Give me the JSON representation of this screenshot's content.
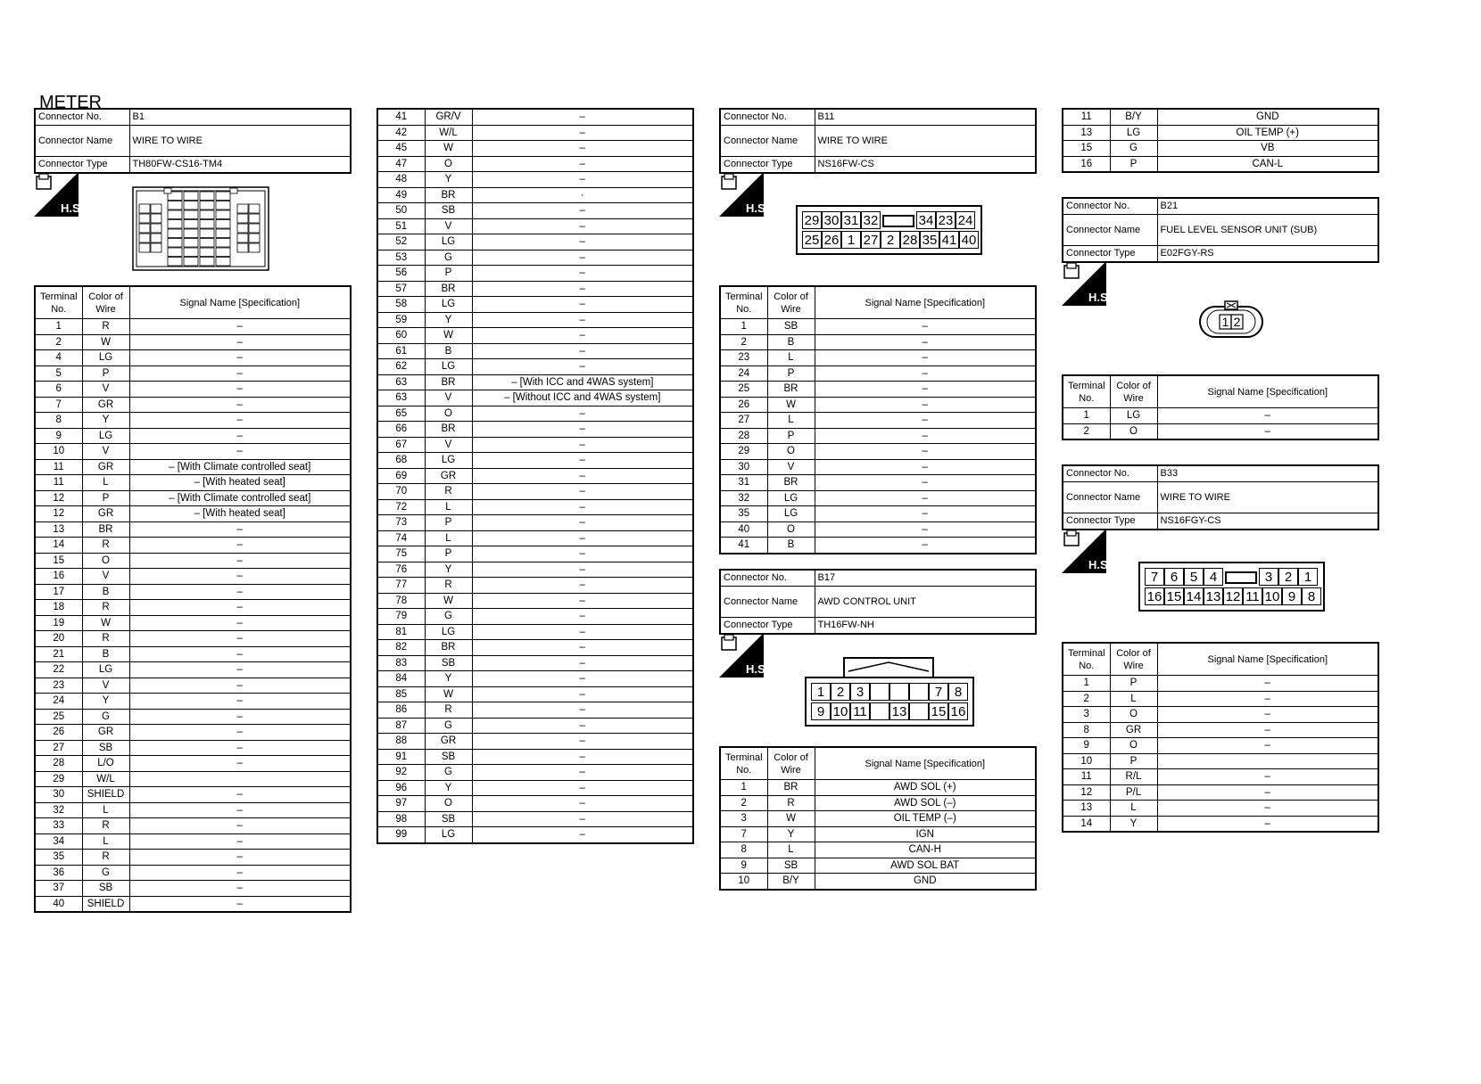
{
  "page_title": "METER",
  "info_labels": {
    "no": "Connector No.",
    "name": "Connector Name",
    "type": "Connector Type"
  },
  "table_headers": {
    "terminal": "Terminal No.",
    "color": "Color of Wire",
    "signal": "Signal Name [Specification]"
  },
  "hs_label": "H.S.",
  "connectors": {
    "b1": {
      "no": "B1",
      "name": "WIRE TO WIRE",
      "type": "TH80FW-CS16-TM4",
      "pins_col1": [
        [
          "1",
          "R",
          "–"
        ],
        [
          "2",
          "W",
          "–"
        ],
        [
          "4",
          "LG",
          "–"
        ],
        [
          "5",
          "P",
          "–"
        ],
        [
          "6",
          "V",
          "–"
        ],
        [
          "7",
          "GR",
          "–"
        ],
        [
          "8",
          "Y",
          "–"
        ],
        [
          "9",
          "LG",
          "–"
        ],
        [
          "10",
          "V",
          "–"
        ],
        [
          "11",
          "GR",
          "– [With Climate controlled seat]"
        ],
        [
          "11",
          "L",
          "– [With heated seat]"
        ],
        [
          "12",
          "P",
          "– [With Climate controlled seat]"
        ],
        [
          "12",
          "GR",
          "– [With heated seat]"
        ],
        [
          "13",
          "BR",
          "–"
        ],
        [
          "14",
          "R",
          "–"
        ],
        [
          "15",
          "O",
          "–"
        ],
        [
          "16",
          "V",
          "–"
        ],
        [
          "17",
          "B",
          "–"
        ],
        [
          "18",
          "R",
          "–"
        ],
        [
          "19",
          "W",
          "–"
        ],
        [
          "20",
          "R",
          "–"
        ],
        [
          "21",
          "B",
          "–"
        ],
        [
          "22",
          "LG",
          "–"
        ],
        [
          "23",
          "V",
          "–"
        ],
        [
          "24",
          "Y",
          "–"
        ],
        [
          "25",
          "G",
          "–"
        ],
        [
          "26",
          "GR",
          "–"
        ],
        [
          "27",
          "SB",
          "–"
        ],
        [
          "28",
          "L/O",
          "–"
        ],
        [
          "29",
          "W/L",
          ""
        ],
        [
          "30",
          "SHIELD",
          "–"
        ],
        [
          "32",
          "L",
          "–"
        ],
        [
          "33",
          "R",
          "–"
        ],
        [
          "34",
          "L",
          "–"
        ],
        [
          "35",
          "R",
          "–"
        ],
        [
          "36",
          "G",
          "–"
        ],
        [
          "37",
          "SB",
          "–"
        ],
        [
          "40",
          "SHIELD",
          "–"
        ]
      ],
      "pins_col2": [
        [
          "41",
          "GR/V",
          "–"
        ],
        [
          "42",
          "W/L",
          "–"
        ],
        [
          "45",
          "W",
          "–"
        ],
        [
          "47",
          "O",
          "–"
        ],
        [
          "48",
          "Y",
          "–"
        ],
        [
          "49",
          "BR",
          "·"
        ],
        [
          "50",
          "SB",
          "–"
        ],
        [
          "51",
          "V",
          "–"
        ],
        [
          "52",
          "LG",
          "–"
        ],
        [
          "53",
          "G",
          "–"
        ],
        [
          "56",
          "P",
          "–"
        ],
        [
          "57",
          "BR",
          "–"
        ],
        [
          "58",
          "LG",
          "–"
        ],
        [
          "59",
          "Y",
          "–"
        ],
        [
          "60",
          "W",
          "–"
        ],
        [
          "61",
          "B",
          "–"
        ],
        [
          "62",
          "LG",
          "–"
        ],
        [
          "63",
          "BR",
          "– [With ICC and 4WAS system]"
        ],
        [
          "63",
          "V",
          "– [Without ICC and 4WAS system]"
        ],
        [
          "65",
          "O",
          "–"
        ],
        [
          "66",
          "BR",
          "–"
        ],
        [
          "67",
          "V",
          "–"
        ],
        [
          "68",
          "LG",
          "–"
        ],
        [
          "69",
          "GR",
          "–"
        ],
        [
          "70",
          "R",
          "–"
        ],
        [
          "72",
          "L",
          "–"
        ],
        [
          "73",
          "P",
          "–"
        ],
        [
          "74",
          "L",
          "–"
        ],
        [
          "75",
          "P",
          "–"
        ],
        [
          "76",
          "Y",
          "–"
        ],
        [
          "77",
          "R",
          "–"
        ],
        [
          "78",
          "W",
          "–"
        ],
        [
          "79",
          "G",
          "–"
        ],
        [
          "81",
          "LG",
          "–"
        ],
        [
          "82",
          "BR",
          "–"
        ],
        [
          "83",
          "SB",
          "–"
        ],
        [
          "84",
          "Y",
          "–"
        ],
        [
          "85",
          "W",
          "–"
        ],
        [
          "86",
          "R",
          "–"
        ],
        [
          "87",
          "G",
          "–"
        ],
        [
          "88",
          "GR",
          "–"
        ],
        [
          "91",
          "SB",
          "–"
        ],
        [
          "92",
          "G",
          "–"
        ],
        [
          "96",
          "Y",
          "–"
        ],
        [
          "97",
          "O",
          "–"
        ],
        [
          "98",
          "SB",
          "–"
        ],
        [
          "99",
          "LG",
          "–"
        ]
      ]
    },
    "b11": {
      "no": "B11",
      "name": "WIRE TO WIRE",
      "type": "NS16FW-CS",
      "face_top": [
        "29",
        "30",
        "31",
        "32",
        "",
        "34",
        "23",
        "24"
      ],
      "face_bottom": [
        "25",
        "26",
        "1",
        "27",
        "2",
        "28",
        "35",
        "41",
        "40"
      ],
      "pins": [
        [
          "1",
          "SB",
          "–"
        ],
        [
          "2",
          "B",
          "–"
        ],
        [
          "23",
          "L",
          "–"
        ],
        [
          "24",
          "P",
          "–"
        ],
        [
          "25",
          "BR",
          "–"
        ],
        [
          "26",
          "W",
          "–"
        ],
        [
          "27",
          "L",
          "–"
        ],
        [
          "28",
          "P",
          "–"
        ],
        [
          "29",
          "O",
          "–"
        ],
        [
          "30",
          "V",
          "–"
        ],
        [
          "31",
          "BR",
          "–"
        ],
        [
          "32",
          "LG",
          "–"
        ],
        [
          "35",
          "LG",
          "–"
        ],
        [
          "40",
          "O",
          "–"
        ],
        [
          "41",
          "B",
          "–"
        ]
      ]
    },
    "b17": {
      "no": "B17",
      "name": "AWD CONTROL UNIT",
      "type": "TH16FW-NH",
      "face_top": [
        "1",
        "2",
        "3",
        "",
        "",
        "",
        "7",
        "8"
      ],
      "face_bottom": [
        "9",
        "10",
        "11",
        "",
        "13",
        "",
        "15",
        "16"
      ],
      "pins": [
        [
          "1",
          "BR",
          "AWD SOL (+)"
        ],
        [
          "2",
          "R",
          "AWD SOL (–)"
        ],
        [
          "3",
          "W",
          "OIL TEMP (–)"
        ],
        [
          "7",
          "Y",
          "IGN"
        ],
        [
          "8",
          "L",
          "CAN-H"
        ],
        [
          "9",
          "SB",
          "AWD SOL BAT"
        ],
        [
          "10",
          "B/Y",
          "GND"
        ],
        [
          "11",
          "B/Y",
          "GND"
        ],
        [
          "13",
          "LG",
          "OIL TEMP (+)"
        ],
        [
          "15",
          "G",
          "VB"
        ],
        [
          "16",
          "P",
          "CAN-L"
        ]
      ]
    },
    "b21": {
      "no": "B21",
      "name": "FUEL LEVEL SENSOR UNIT (SUB)",
      "type": "E02FGY-RS",
      "face": [
        "1",
        "2"
      ],
      "pins": [
        [
          "1",
          "LG",
          "–"
        ],
        [
          "2",
          "O",
          "–"
        ]
      ]
    },
    "b33": {
      "no": "B33",
      "name": "WIRE TO WIRE",
      "type": "NS16FGY-CS",
      "face_top": [
        "7",
        "6",
        "5",
        "4",
        "",
        "3",
        "2",
        "1"
      ],
      "face_bottom": [
        "16",
        "15",
        "14",
        "13",
        "12",
        "11",
        "10",
        "9",
        "8"
      ],
      "pins": [
        [
          "1",
          "P",
          "–"
        ],
        [
          "2",
          "L",
          "–"
        ],
        [
          "3",
          "O",
          "–"
        ],
        [
          "8",
          "GR",
          "–"
        ],
        [
          "9",
          "O",
          "–"
        ],
        [
          "10",
          "P",
          ""
        ],
        [
          "11",
          "R/L",
          "–"
        ],
        [
          "12",
          "P/L",
          "–"
        ],
        [
          "13",
          "L",
          "–"
        ],
        [
          "14",
          "Y",
          "–"
        ]
      ]
    }
  }
}
